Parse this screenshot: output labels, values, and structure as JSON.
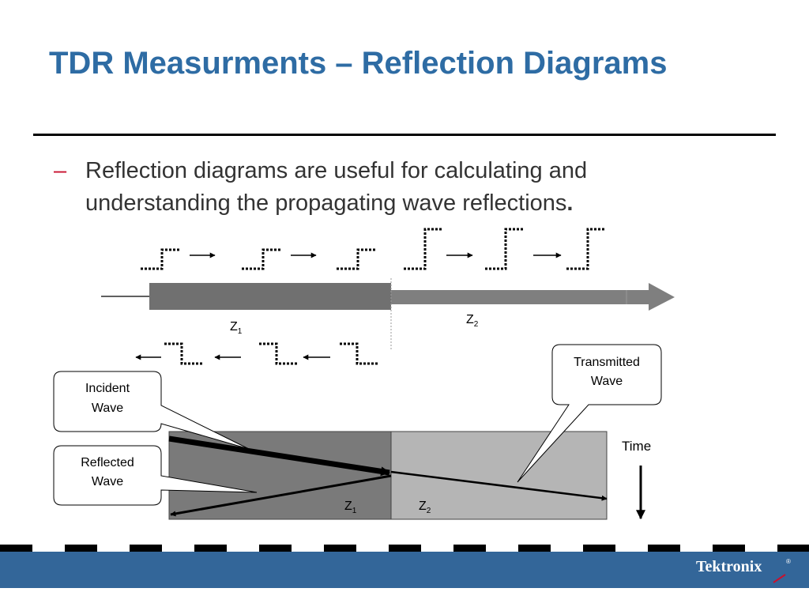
{
  "slide": {
    "title": "TDR Measurments – Reflection Diagrams",
    "bullet_marker": "–",
    "bullet_text": "Reflection diagrams are useful for calculating and understanding the propagating wave reflections",
    "bullet_end": "."
  },
  "diagram": {
    "z1_label": "Z",
    "z1_sub": "1",
    "z2_label": "Z",
    "z2_sub": "2",
    "time_label": "Time",
    "callouts": {
      "incident_line1": "Incident",
      "incident_line2": "Wave",
      "reflected_line1": "Reflected",
      "reflected_line2": "Wave",
      "transmitted_line1": "Transmitted",
      "transmitted_line2": "Wave"
    },
    "colors": {
      "line_z1": "#707070",
      "line_z2": "#7f7f7f",
      "region_z1": "#7a7a7a",
      "region_z2": "#b5b5b5",
      "title": "#2E6CA4",
      "bullet_marker": "#C8102E",
      "footer_bar": "#336699"
    }
  },
  "footer": {
    "logo_text": "Tektronix",
    "logo_mark": "®"
  }
}
